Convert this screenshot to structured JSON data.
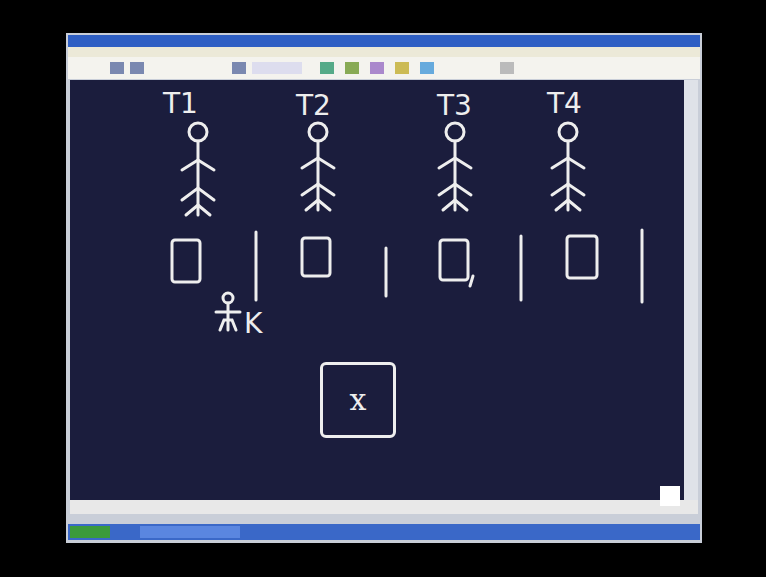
{
  "diagram": {
    "nodes": [
      {
        "text": [
          "x"
        ]
      }
    ],
    "labels": [
      "T1",
      "T2",
      "T3",
      "T4",
      "K"
    ]
  }
}
